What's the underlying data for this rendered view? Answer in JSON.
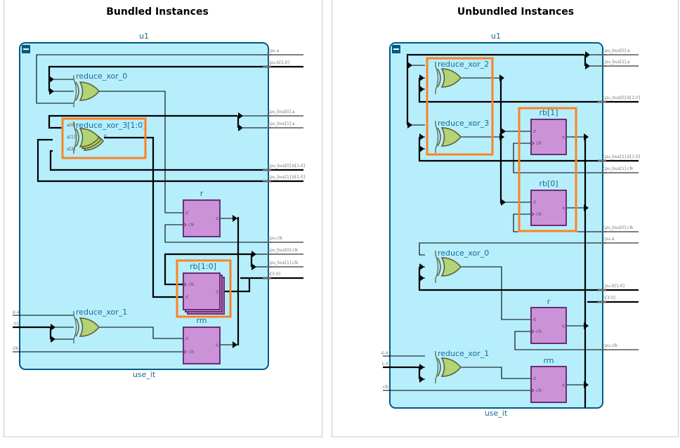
{
  "panels": [
    {
      "title": "Bundled Instances",
      "module_label": "u1",
      "instance_label": "use_it",
      "gates": [
        {
          "label": "reduce_xor_0"
        },
        {
          "label": "reduce_xor_3[1:0]",
          "pins": [
            "a[0]",
            "a[1]",
            "a[2]",
            "o"
          ]
        },
        {
          "label": "reduce_xor_1"
        }
      ],
      "flops": [
        {
          "label": "r"
        },
        {
          "label": "rb[1:0]"
        },
        {
          "label": "rm"
        }
      ],
      "pin_labels": {
        "d": "d",
        "clk": "clk",
        "q": "q"
      },
      "outputs": [
        "cpu.a",
        "cpu.b[1:0]",
        "cpu_bus[0].a",
        "cpu_bus[1].a",
        "cpu_bus[0].b[1:0]",
        "cpu_bus[1].b[1:0]",
        "cpu.clk",
        "cpu_bus[0].clk",
        "cpu_bus[1].clk",
        "o[3:0]"
      ],
      "inputs": [
        "p.a",
        ":0]",
        "clk"
      ]
    },
    {
      "title": "Unbundled Instances",
      "module_label": "u1",
      "instance_label": "use_it",
      "gates": [
        {
          "label": "reduce_xor_2"
        },
        {
          "label": "reduce_xor_3"
        },
        {
          "label": "reduce_xor_0"
        },
        {
          "label": "reduce_xor_1"
        }
      ],
      "flops": [
        {
          "label": "rb[1]"
        },
        {
          "label": "rb[0]"
        },
        {
          "label": "r"
        },
        {
          "label": "rm"
        }
      ],
      "pin_labels": {
        "d": "d",
        "clk": "clk",
        "q": "q"
      },
      "outputs": [
        "cpu_bus[0].a",
        "cpu_bus[1].a",
        "cpu_bus[0].b[1:0]",
        "cpu_bus[1].b[1:0]",
        "cpu_bus[1].clk",
        "cpu_bus[0].clk",
        "cpu.a",
        "cpu.b[1:0]",
        "o[3:0]",
        "cpu.clk"
      ],
      "inputs": [
        "p.a",
        "1:0]",
        ".clk"
      ]
    }
  ],
  "colors": {
    "block_fill": "#b6eefc",
    "block_stroke": "#005b82",
    "gate_fill": "#b3d374",
    "gate_stroke": "#5a5a32",
    "flop_fill": "#cc92d8",
    "flop_stroke": "#6a2d78",
    "highlight": "#ff8221"
  }
}
